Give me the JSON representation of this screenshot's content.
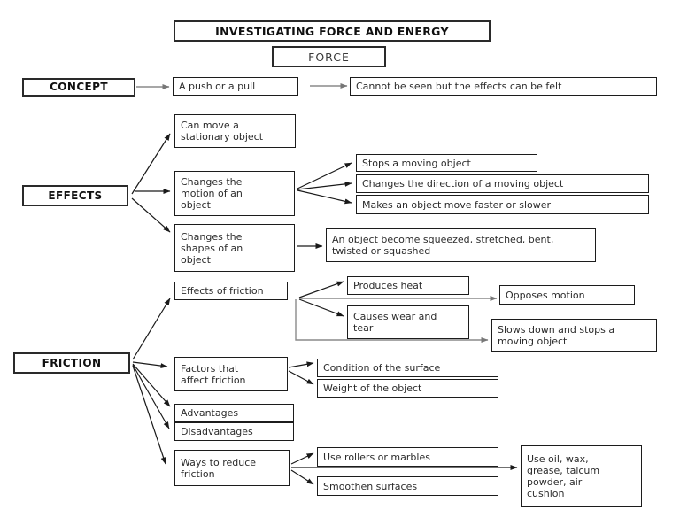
{
  "nodes": {
    "title": "INVESTIGATING FORCE AND ENERGY",
    "force": "FORCE",
    "concept": "CONCEPT",
    "push_pull": "A push or a pull",
    "cannot_seen": "Cannot be seen but the effects can be felt",
    "effects": "EFFECTS",
    "can_move": "Can move a\nstationary object",
    "changes_motion": "Changes the\nmotion of an\nobject",
    "stops_moving": "Stops a moving object",
    "changes_direction": "Changes the direction of a moving object",
    "makes_faster": "Makes an object move faster or slower",
    "changes_shapes": "Changes the\nshapes of an\nobject",
    "squeezed": "An object become squeezed, stretched, bent,\ntwisted or squashed",
    "effects_of_friction": "Effects of friction",
    "produces_heat": "Produces heat",
    "opposes_motion": "Opposes motion",
    "causes_wear": "Causes wear and\ntear",
    "slows_down": "Slows down and stops a\nmoving object",
    "friction": "FRICTION",
    "factors": "Factors that\naffect friction",
    "condition": "Condition of the surface",
    "weight": "Weight of the object",
    "advantages": "Advantages",
    "disadvantages": "Disadvantages",
    "ways_reduce": "Ways to reduce\nfriction",
    "use_rollers": "Use rollers or marbles",
    "smoothen": "Smoothen surfaces",
    "use_oil": "Use oil, wax,\ngrease, talcum\npowder, air\ncushion"
  },
  "edges": [
    {
      "from": "concept",
      "to": "push_pull"
    },
    {
      "from": "push_pull",
      "to": "cannot_seen"
    },
    {
      "from": "effects",
      "to": "can_move"
    },
    {
      "from": "effects",
      "to": "changes_motion"
    },
    {
      "from": "effects",
      "to": "changes_shapes"
    },
    {
      "from": "changes_motion",
      "to": "stops_moving"
    },
    {
      "from": "changes_motion",
      "to": "changes_direction"
    },
    {
      "from": "changes_motion",
      "to": "makes_faster"
    },
    {
      "from": "changes_shapes",
      "to": "squeezed"
    },
    {
      "from": "friction",
      "to": "effects_of_friction"
    },
    {
      "from": "friction",
      "to": "factors"
    },
    {
      "from": "friction",
      "to": "advantages"
    },
    {
      "from": "friction",
      "to": "disadvantages"
    },
    {
      "from": "friction",
      "to": "ways_reduce"
    },
    {
      "from": "effects_of_friction",
      "to": "produces_heat"
    },
    {
      "from": "effects_of_friction",
      "to": "causes_wear"
    },
    {
      "from": "effects_of_friction",
      "to": "opposes_motion"
    },
    {
      "from": "effects_of_friction",
      "to": "slows_down"
    },
    {
      "from": "factors",
      "to": "condition"
    },
    {
      "from": "factors",
      "to": "weight"
    },
    {
      "from": "ways_reduce",
      "to": "use_rollers"
    },
    {
      "from": "ways_reduce",
      "to": "smoothen"
    },
    {
      "from": "ways_reduce",
      "to": "use_oil"
    }
  ],
  "colors": {
    "background": "#ffffff",
    "box_border": "#1c1c1c",
    "text": "#2b2b2b",
    "arrow_black": "#1a1a1a",
    "arrow_gray": "#8a8a8a"
  }
}
